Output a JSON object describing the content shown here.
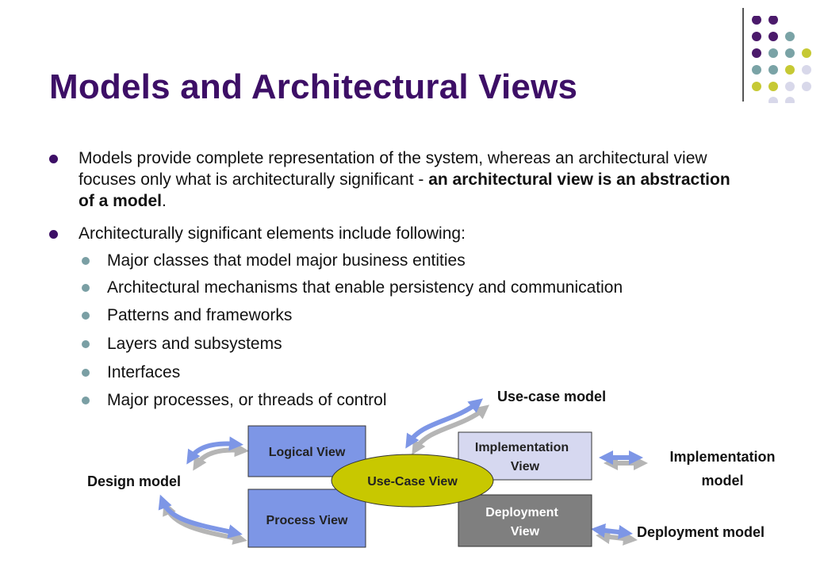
{
  "slide": {
    "title": "Models and Architectural Views"
  },
  "bullets": {
    "b1_part1": "Models provide complete representation of the system, whereas an architectural view focuses only what is architecturally significant -",
    "b1_bold": "an architectural view is an abstraction of a model",
    "b1_end": ".",
    "b2": "Architecturally significant elements include following:",
    "sub": [
      "Major classes that model major business entities",
      "Architectural mechanisms that enable persistency and communication",
      "Patterns and frameworks",
      "Layers and subsystems",
      "Interfaces",
      "Major processes, or threads of control"
    ]
  },
  "diagram": {
    "logical_view": "Logical View",
    "process_view": "Process View",
    "implementation_view_l1": "Implementation",
    "implementation_view_l2": "View",
    "deployment_view_l1": "Deployment",
    "deployment_view_l2": "View",
    "use_case_view": "Use-Case View",
    "use_case_model": "Use-case model",
    "design_model": "Design model",
    "implementation_model_l1": "Implementation",
    "implementation_model_l2": "model",
    "deployment_model": "Deployment model"
  },
  "colors": {
    "title": "#3d0f66",
    "view_blue": "#7d96e6",
    "view_lavender": "#d6d8f0",
    "view_gray": "#7f7f7f",
    "use_case_yellow": "#c8c800",
    "arrow_blue": "#7d96e6",
    "arrow_gray": "#b5b5b5",
    "dot_purple": "#4b1a6b",
    "dot_teal": "#7aa3a6",
    "dot_yellow": "#c6c934",
    "dot_lavender": "#d8d8ea"
  }
}
